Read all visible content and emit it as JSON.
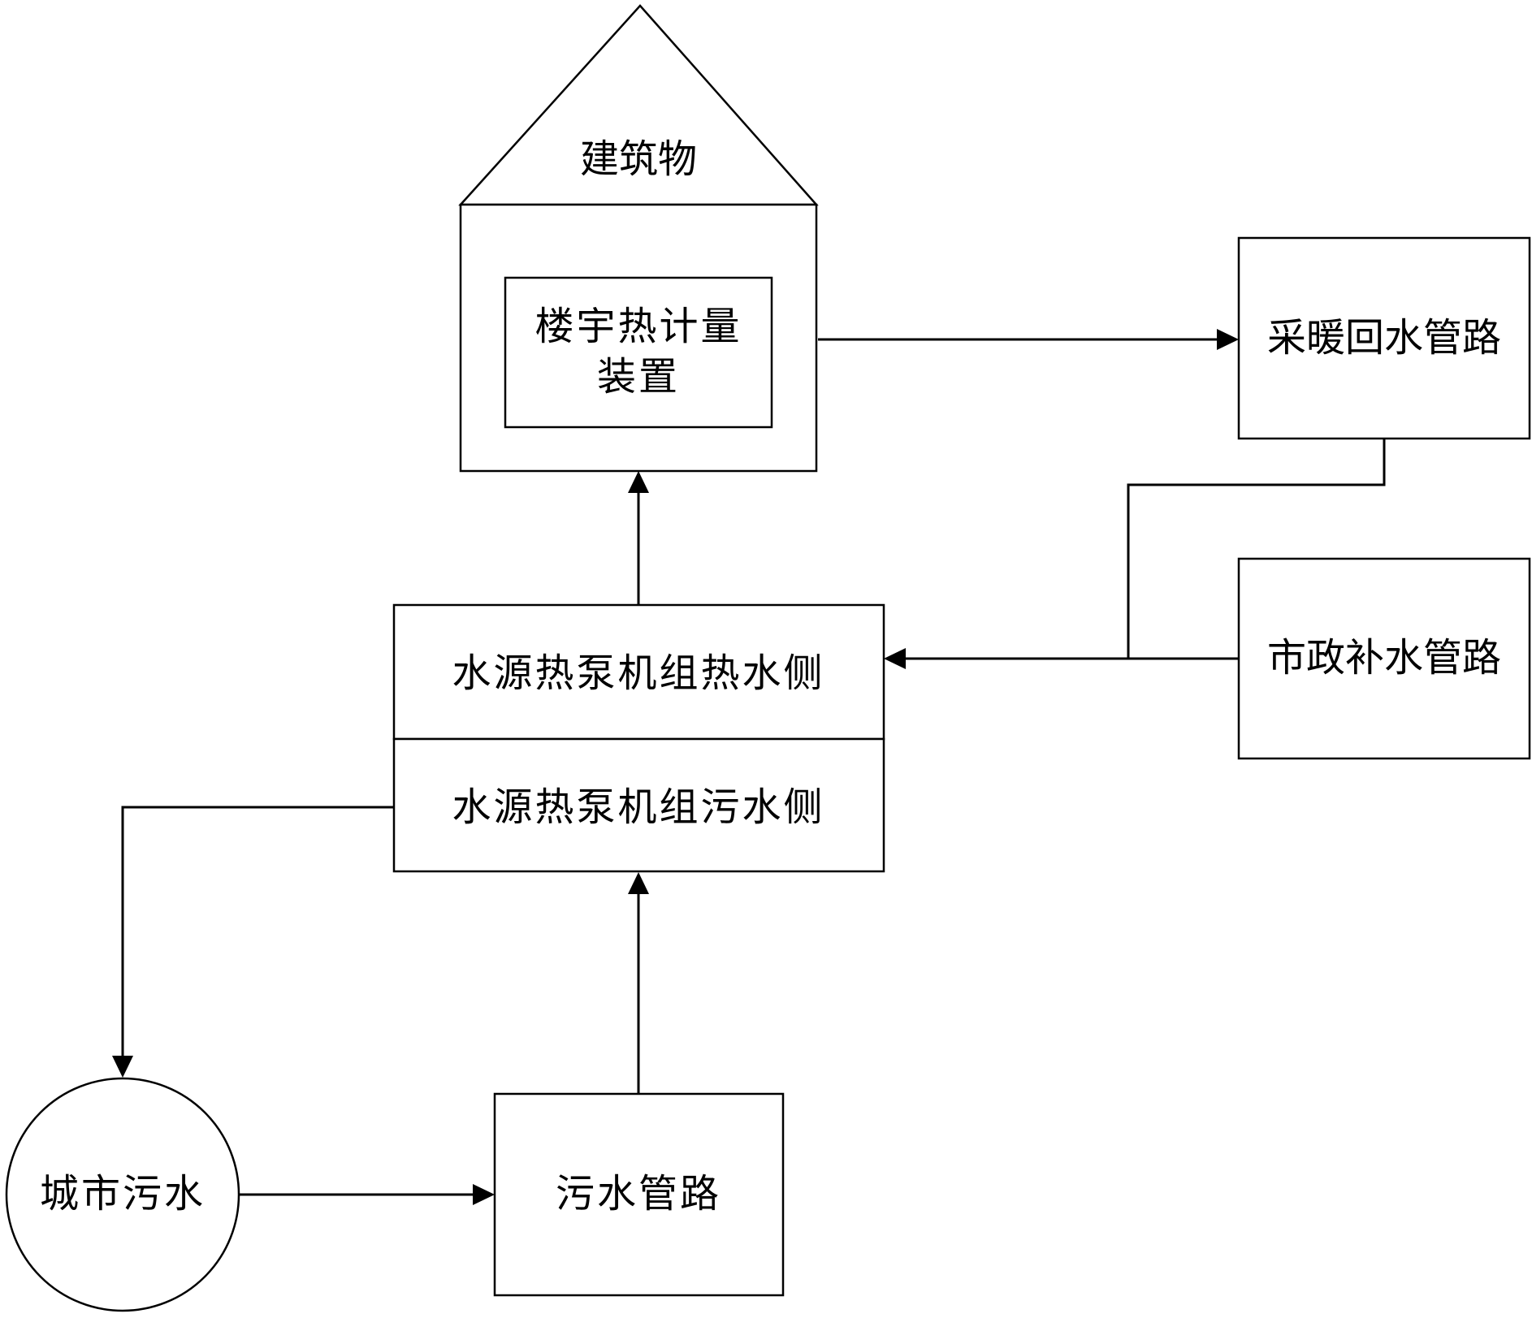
{
  "nodes": {
    "building": {
      "label": "建筑物"
    },
    "heat_meter": {
      "line1": "楼宇热计量",
      "line2": "装置"
    },
    "heating_return": {
      "label": "采暖回水管路"
    },
    "municipal_supply": {
      "label": "市政补水管路"
    },
    "heat_pump_hot_side": {
      "label": "水源热泵机组热水侧"
    },
    "heat_pump_sewage_side": {
      "label": "水源热泵机组污水侧"
    },
    "city_sewage": {
      "label": "城市污水"
    },
    "sewage_pipe": {
      "label": "污水管路"
    }
  },
  "colors": {
    "stroke": "#000000",
    "background": "#ffffff"
  }
}
